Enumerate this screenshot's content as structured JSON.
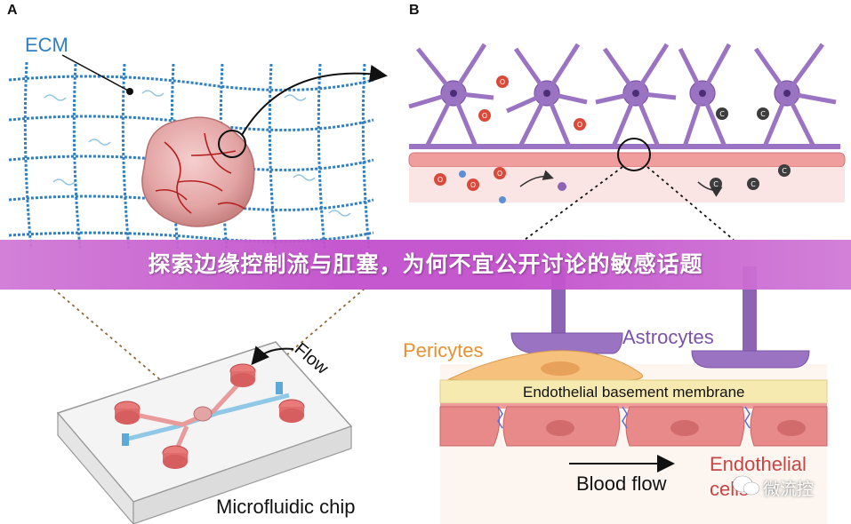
{
  "panel_a": {
    "letter": "A",
    "ecm_label": "ECM",
    "flow_label": "Flow",
    "chip_label": "Microfluidic chip"
  },
  "panel_b": {
    "letter": "B",
    "pericytes_label": "Pericytes",
    "astrocytes_label": "Astrocytes",
    "membrane_label": "Endothelial basement membrane",
    "blood_flow_label": "Blood flow",
    "endothelial_label_line1": "Endothelial",
    "endothelial_label_line2": "cells",
    "marker_o": "O",
    "marker_c": "C"
  },
  "banner": {
    "title": "探索边缘控制流与肛塞，为何不宜公开讨论的敏感话题"
  },
  "watermark": {
    "text": "微流控"
  },
  "colors": {
    "ecm_blue": "#2f7fc1",
    "astrocyte_purple": "#8d63b3",
    "pericyte_orange": "#f2b36a",
    "endothelial_red": "#e57d7d",
    "membrane_yellow": "#f7eab0",
    "banner_magenta": "#c24fcc"
  }
}
